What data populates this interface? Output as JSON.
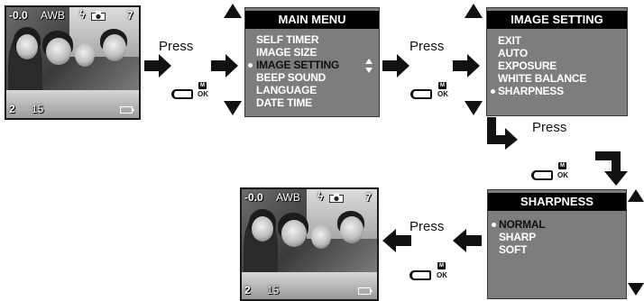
{
  "lcd_osd": {
    "exposure": "-0.0",
    "white_balance": "AWB",
    "flash_icon": "flash-icon",
    "camera_icon": "camera-icon",
    "shots_remaining": "7",
    "image_size": "2",
    "date_fragment": "15"
  },
  "press_label": "Press",
  "button": {
    "m_label": "M",
    "ok_label": "OK"
  },
  "main_menu": {
    "title": "MAIN  MENU",
    "items": [
      "SELF TIMER",
      "IMAGE  SIZE",
      "IMAGE  SETTING",
      "BEEP  SOUND",
      "LANGUAGE",
      "DATE  TIME"
    ],
    "selected_index": 2
  },
  "image_setting_menu": {
    "title": "IMAGE SETTING",
    "items": [
      "EXIT",
      "AUTO",
      "EXPOSURE",
      "WHITE BALANCE",
      "SHARPNESS"
    ],
    "selected_index": 4
  },
  "sharpness_menu": {
    "title": "SHARPNESS",
    "items": [
      "NORMAL",
      "SHARP",
      "SOFT"
    ],
    "selected_index": 0
  },
  "colors": {
    "menu_bg": "#7d7d7d",
    "menu_title_bg": "#000000",
    "arrow": "#111111"
  }
}
